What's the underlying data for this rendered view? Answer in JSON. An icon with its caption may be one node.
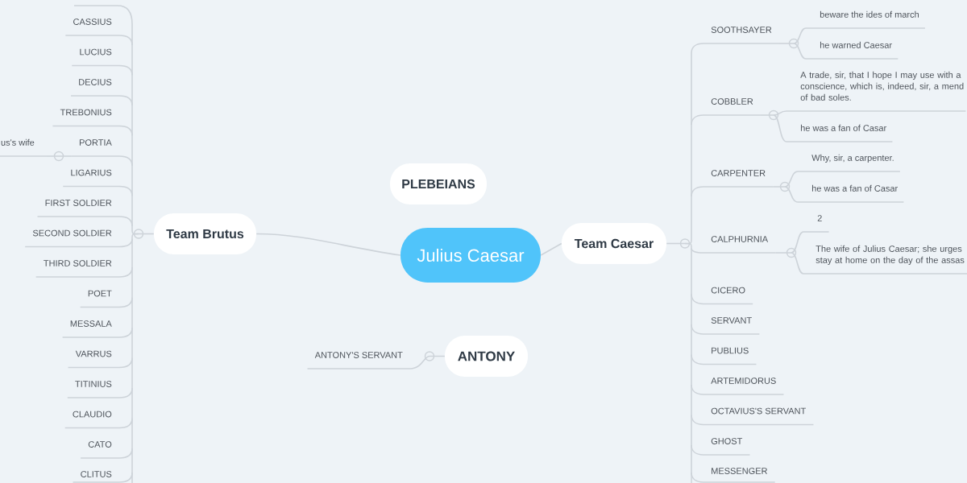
{
  "diagram": {
    "nodes": [
      {
        "text": [
          "Julius Caesar"
        ]
      },
      {
        "text": [
          "PLEBEIANS"
        ]
      },
      {
        "text": [
          "Team Brutus"
        ]
      },
      {
        "text": [
          "Team Caesar"
        ]
      },
      {
        "text": [
          "ANTONY"
        ]
      },
      {
        "text": [
          "ANTONY'S SERVANT"
        ]
      },
      {
        "text": [
          "CASSIUS"
        ]
      },
      {
        "text": [
          "LUCIUS"
        ]
      },
      {
        "text": [
          "DECIUS"
        ]
      },
      {
        "text": [
          "TREBONIUS"
        ]
      },
      {
        "text": [
          "PORTIA"
        ]
      },
      {
        "text": [
          "LIGARIUS"
        ]
      },
      {
        "text": [
          "FIRST SOLDIER"
        ]
      },
      {
        "text": [
          "SECOND SOLDIER"
        ]
      },
      {
        "text": [
          "THIRD SOLDIER"
        ]
      },
      {
        "text": [
          "POET"
        ]
      },
      {
        "text": [
          "MESSALA"
        ]
      },
      {
        "text": [
          "VARRUS"
        ]
      },
      {
        "text": [
          "TITINIUS"
        ]
      },
      {
        "text": [
          "CLAUDIO"
        ]
      },
      {
        "text": [
          "CATO"
        ]
      },
      {
        "text": [
          "CLITUS"
        ]
      },
      {
        "text": [
          "us's wife"
        ]
      },
      {
        "text": [
          "SOOTHSAYER"
        ]
      },
      {
        "text": [
          "beware the ides of march"
        ]
      },
      {
        "text": [
          "he warned Caesar"
        ]
      },
      {
        "text": [
          "COBBLER"
        ]
      },
      {
        "text": [
          "A trade, sir, that I hope I may use with a conscience, which is, indeed, sir, a mend of bad soles."
        ]
      },
      {
        "text": [
          "he was a fan of Casar"
        ]
      },
      {
        "text": [
          "CARPENTER"
        ]
      },
      {
        "text": [
          "Why, sir, a carpenter."
        ]
      },
      {
        "text": [
          "he was a fan of Casar"
        ]
      },
      {
        "text": [
          "CALPHURNIA"
        ]
      },
      {
        "text": [
          "2"
        ]
      },
      {
        "text": [
          "The wife of Julius Caesar; she urges stay at home on the day of the assas"
        ]
      },
      {
        "text": [
          "CICERO"
        ]
      },
      {
        "text": [
          "SERVANT"
        ]
      },
      {
        "text": [
          "PUBLIUS"
        ]
      },
      {
        "text": [
          "ARTEMIDORUS"
        ]
      },
      {
        "text": [
          "OCTAVIUS'S SERVANT"
        ]
      },
      {
        "text": [
          "GHOST"
        ]
      },
      {
        "text": [
          "MESSENGER"
        ]
      }
    ],
    "edges": [
      {
        "from": 0,
        "to": 2,
        "arrow": "none"
      },
      {
        "from": 0,
        "to": 3,
        "arrow": "none"
      },
      {
        "from": 4,
        "to": 5,
        "arrow": "none"
      },
      {
        "from": 2,
        "to": 6,
        "arrow": "none"
      },
      {
        "from": 2,
        "to": 7,
        "arrow": "none"
      },
      {
        "from": 2,
        "to": 8,
        "arrow": "none"
      },
      {
        "from": 2,
        "to": 9,
        "arrow": "none"
      },
      {
        "from": 2,
        "to": 10,
        "arrow": "none"
      },
      {
        "from": 2,
        "to": 11,
        "arrow": "none"
      },
      {
        "from": 2,
        "to": 12,
        "arrow": "none"
      },
      {
        "from": 2,
        "to": 13,
        "arrow": "none"
      },
      {
        "from": 2,
        "to": 14,
        "arrow": "none"
      },
      {
        "from": 2,
        "to": 15,
        "arrow": "none"
      },
      {
        "from": 2,
        "to": 16,
        "arrow": "none"
      },
      {
        "from": 2,
        "to": 17,
        "arrow": "none"
      },
      {
        "from": 2,
        "to": 18,
        "arrow": "none"
      },
      {
        "from": 2,
        "to": 19,
        "arrow": "none"
      },
      {
        "from": 2,
        "to": 20,
        "arrow": "none"
      },
      {
        "from": 2,
        "to": 21,
        "arrow": "none"
      },
      {
        "from": 10,
        "to": 22,
        "arrow": "none"
      },
      {
        "from": 3,
        "to": 23,
        "arrow": "none"
      },
      {
        "from": 23,
        "to": 24,
        "arrow": "none"
      },
      {
        "from": 23,
        "to": 25,
        "arrow": "none"
      },
      {
        "from": 3,
        "to": 26,
        "arrow": "none"
      },
      {
        "from": 26,
        "to": 27,
        "arrow": "none"
      },
      {
        "from": 26,
        "to": 28,
        "arrow": "none"
      },
      {
        "from": 3,
        "to": 29,
        "arrow": "none"
      },
      {
        "from": 29,
        "to": 30,
        "arrow": "none"
      },
      {
        "from": 29,
        "to": 31,
        "arrow": "none"
      },
      {
        "from": 3,
        "to": 32,
        "arrow": "none"
      },
      {
        "from": 32,
        "to": 33,
        "arrow": "none"
      },
      {
        "from": 32,
        "to": 34,
        "arrow": "none"
      },
      {
        "from": 3,
        "to": 35,
        "arrow": "none"
      },
      {
        "from": 3,
        "to": 36,
        "arrow": "none"
      },
      {
        "from": 3,
        "to": 37,
        "arrow": "none"
      },
      {
        "from": 3,
        "to": 38,
        "arrow": "none"
      },
      {
        "from": 3,
        "to": 39,
        "arrow": "none"
      },
      {
        "from": 3,
        "to": 40,
        "arrow": "none"
      },
      {
        "from": 3,
        "to": 41,
        "arrow": "none"
      }
    ]
  }
}
